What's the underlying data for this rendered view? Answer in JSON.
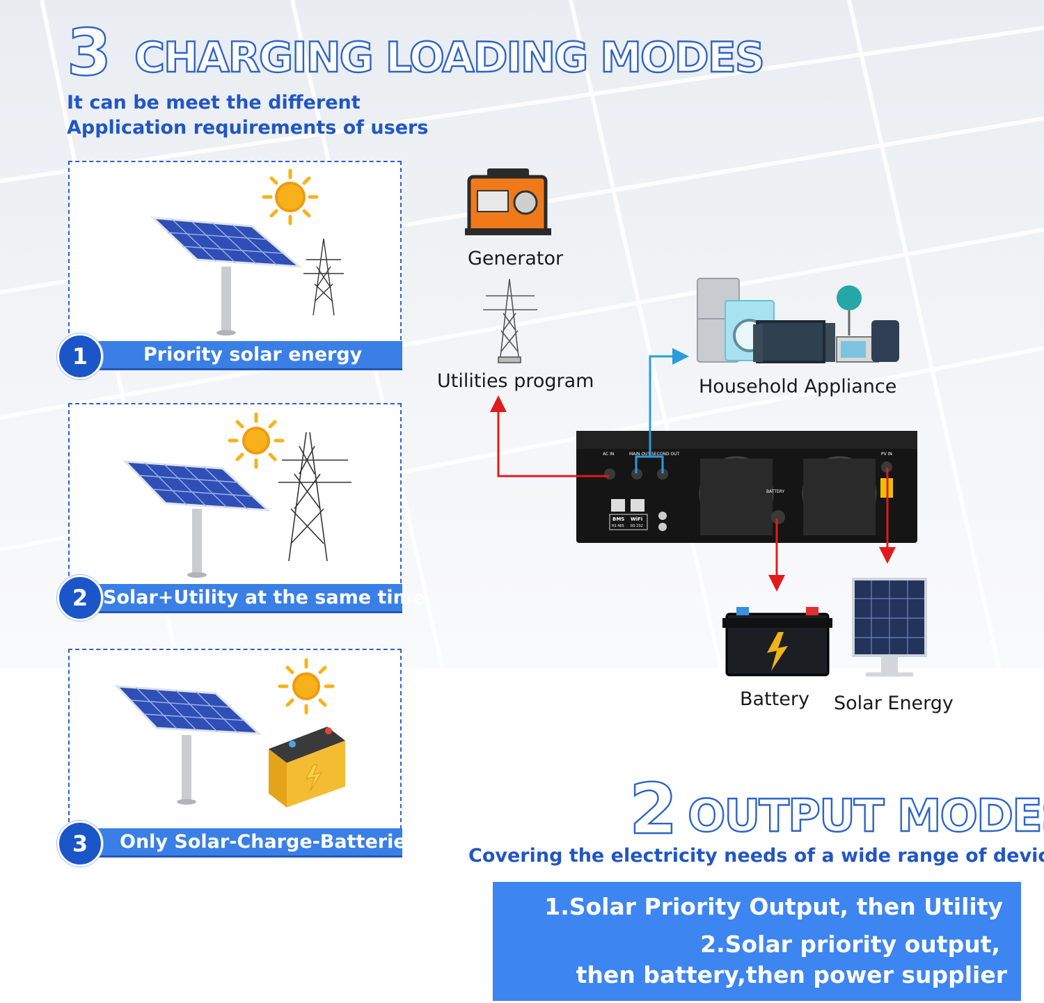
{
  "header": {
    "number": "3",
    "title": "CHARGING LOADING MODES",
    "subtitle_line1": "It can be meet the different",
    "subtitle_line2": "Application requirements of users"
  },
  "charging_modes": [
    {
      "number": "1",
      "label": "Priority solar energy"
    },
    {
      "number": "2",
      "label": "Solar+Utility at the same time"
    },
    {
      "number": "3",
      "label": "Only Solar-Charge-Batterie"
    }
  ],
  "diagram": {
    "generator": "Generator",
    "utilities": "Utilities program",
    "household": "Household Appliance",
    "battery": "Battery",
    "solar": "Solar Energy",
    "inverter_labels": {
      "ac_in": "AC IN",
      "main_out": "MAIN OUT",
      "second_out": "SECOND OUT",
      "pv_in": "PV IN",
      "battery": "BATTERY",
      "bms": "BMS",
      "wifi": "WiFi",
      "rs485": "RS 485",
      "rs232": "RS 232"
    },
    "arrow_colors": {
      "red": "#e01b1b",
      "blue": "#2a9be0"
    }
  },
  "output_section": {
    "number": "2",
    "title": "OUTPUT MODES",
    "subtitle": "Covering the electricity needs of a wide range of devices",
    "line1": "1.Solar Priority Output, then Utility",
    "line2": "2.Solar priority output,",
    "line3": "then battery,then power supplier"
  },
  "colors": {
    "accent": "#2c63c9",
    "bar": "#3a7fe6",
    "box": "#3d85f0"
  }
}
